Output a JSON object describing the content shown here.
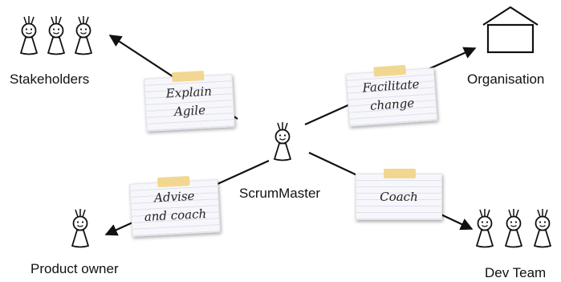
{
  "roles": {
    "stakeholders": "Stakeholders",
    "organisation": "Organisation",
    "scrum_master": "ScrumMaster",
    "product_owner": "Product owner",
    "dev_team": "Dev Team"
  },
  "notes": {
    "explain": [
      "Explain",
      "Agile"
    ],
    "facilitate": [
      "Facilitate",
      "change"
    ],
    "advise": [
      "Advise",
      "and coach"
    ],
    "coach": [
      "Coach"
    ]
  }
}
